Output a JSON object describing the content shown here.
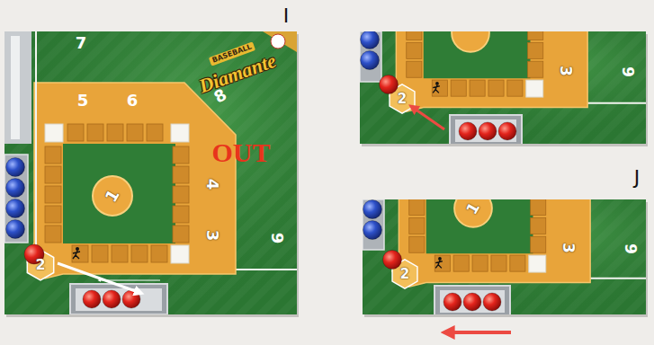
{
  "diagram": {
    "labels": [
      "I",
      "7",
      "BASEBALL",
      "Diamante",
      "5",
      "6",
      "8",
      "OUT",
      "4",
      "1",
      "3",
      "9",
      "2",
      "3",
      "9",
      "2",
      "J",
      "1",
      "3",
      "9",
      "2"
    ]
  }
}
